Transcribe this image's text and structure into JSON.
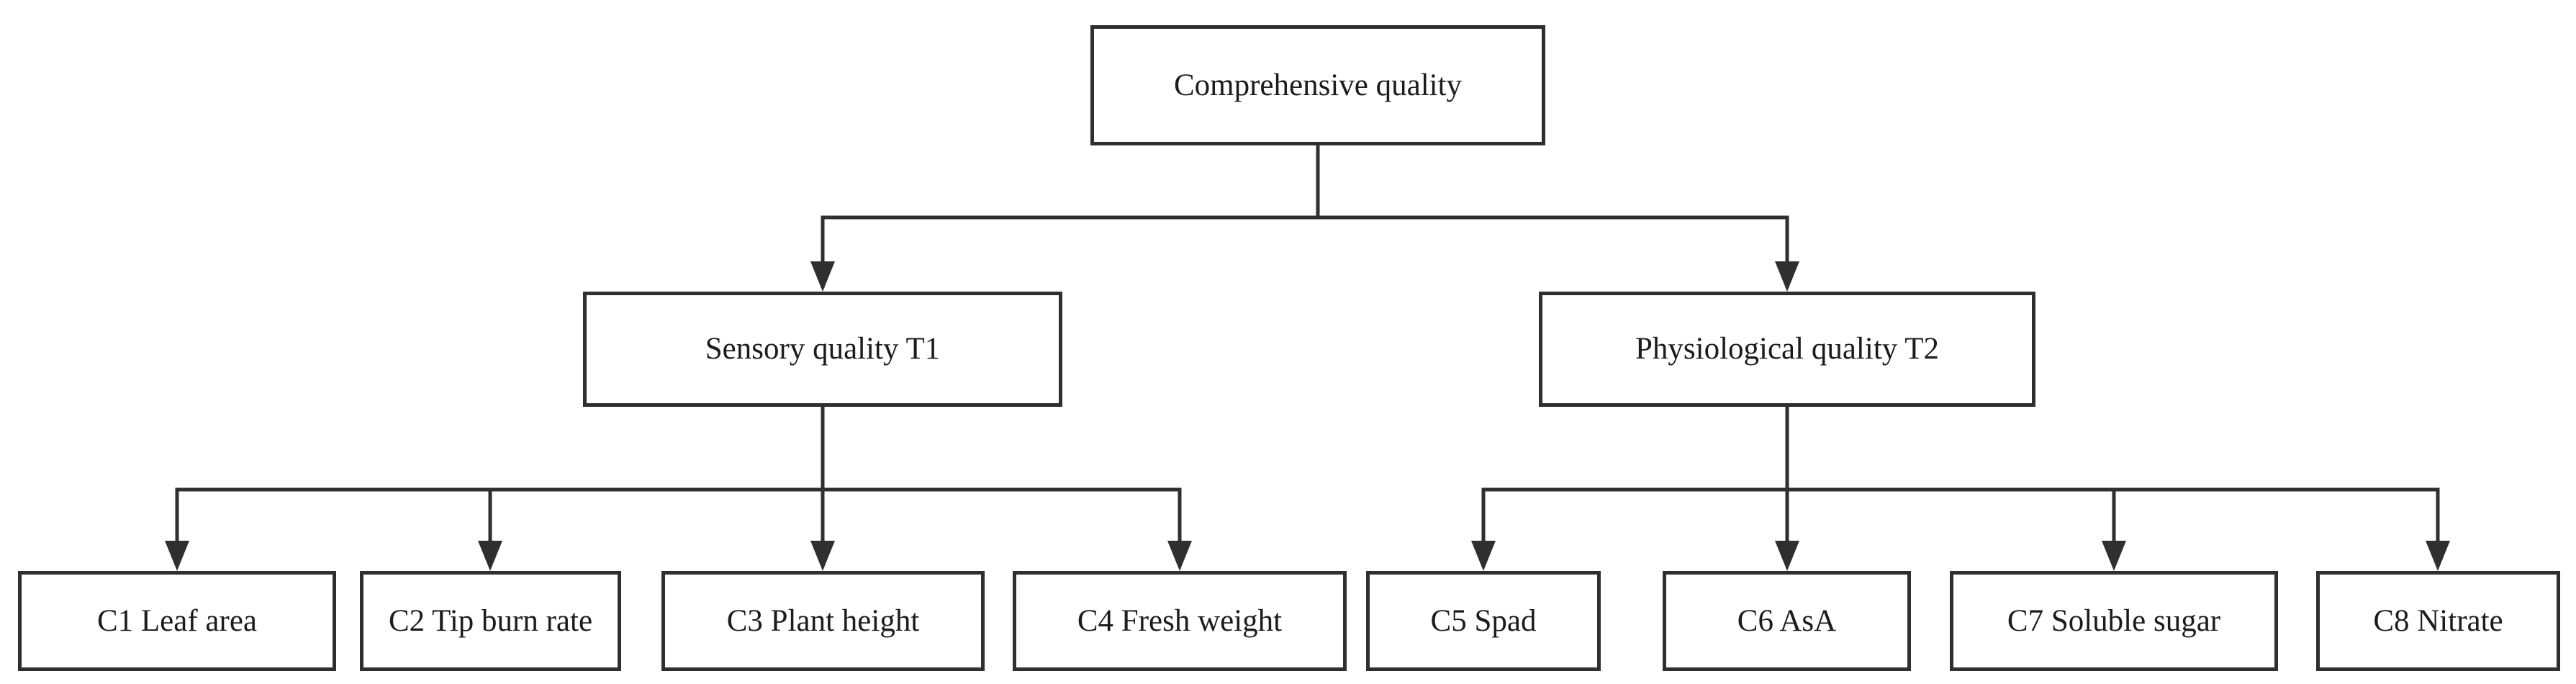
{
  "colors": {
    "line": "#2f2f2f",
    "box_border": "#2f2f2f",
    "text": "#1c1c1c",
    "background": "#ffffff"
  },
  "nodes": {
    "root": {
      "label": "Comprehensive quality"
    },
    "branches": [
      {
        "id": "T1",
        "label": "Sensory quality T1"
      },
      {
        "id": "T2",
        "label": "Physiological quality T2"
      }
    ],
    "leaves": [
      {
        "id": "C1",
        "label": "C1 Leaf area"
      },
      {
        "id": "C2",
        "label": "C2 Tip burn rate"
      },
      {
        "id": "C3",
        "label": "C3 Plant height"
      },
      {
        "id": "C4",
        "label": "C4 Fresh weight"
      },
      {
        "id": "C5",
        "label": "C5 Spad"
      },
      {
        "id": "C6",
        "label": "C6 AsA"
      },
      {
        "id": "C7",
        "label": "C7 Soluble sugar"
      },
      {
        "id": "C8",
        "label": "C8 Nitrate"
      }
    ]
  },
  "edges": [
    {
      "from": "Comprehensive quality",
      "to": "Sensory quality T1"
    },
    {
      "from": "Comprehensive quality",
      "to": "Physiological quality T2"
    },
    {
      "from": "Sensory quality T1",
      "to": "C1 Leaf area"
    },
    {
      "from": "Sensory quality T1",
      "to": "C2 Tip burn rate"
    },
    {
      "from": "Sensory quality T1",
      "to": "C3 Plant height"
    },
    {
      "from": "Sensory quality T1",
      "to": "C4 Fresh weight"
    },
    {
      "from": "Physiological quality T2",
      "to": "C5 Spad"
    },
    {
      "from": "Physiological quality T2",
      "to": "C6 AsA"
    },
    {
      "from": "Physiological quality T2",
      "to": "C7 Soluble sugar"
    },
    {
      "from": "Physiological quality T2",
      "to": "C8 Nitrate"
    }
  ]
}
